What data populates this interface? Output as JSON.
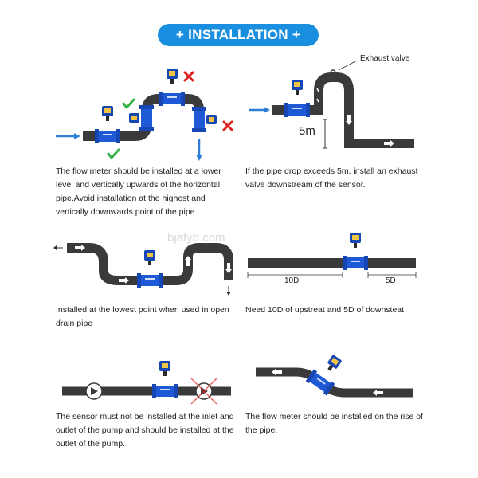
{
  "banner": {
    "title": "+ INSTALLATION +"
  },
  "watermark": "bjafyb.com",
  "colors": {
    "accent": "#1a8fe0",
    "pipe": "#3a3a3a",
    "meter": "#1747b5",
    "check": "#35b24a",
    "cross": "#e02020",
    "flow_arrow": "#2f7fd6"
  },
  "panels": [
    {
      "caption": "The flow meter should be installed at a lower level and vertically upwards of the horizontal pipe.Avoid installation at the highest and vertically downwards point of the pipe ."
    },
    {
      "caption": "If the pipe drop exceeds 5m, install an exhaust valve downstream of the sensor.",
      "label_valve": "Exhaust valve",
      "label_height": "5m"
    },
    {
      "caption": "Installed at the lowest point when used in open drain pipe"
    },
    {
      "caption": "Need 10D of upstreat and 5D of downsteat",
      "label_up": "10D",
      "label_down": "5D"
    },
    {
      "caption": "The sensor must not be installed at the inlet and outlet of the pump and should be installed at the outlet of the pump."
    },
    {
      "caption": "The flow meter should be installed on the rise of the pipe."
    }
  ]
}
